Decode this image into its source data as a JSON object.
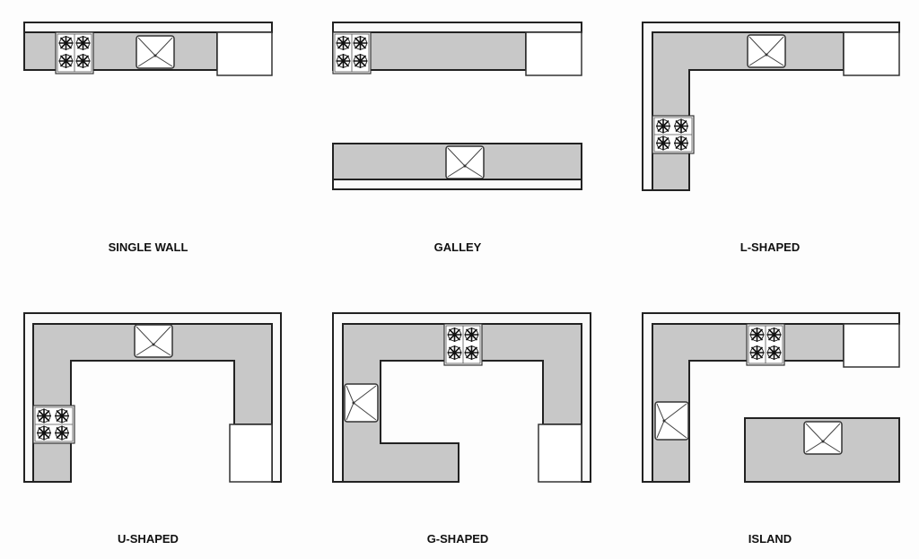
{
  "title": "Kitchen Layouts",
  "layouts": [
    {
      "label": "SINGLE WALL"
    },
    {
      "label": "GALLEY"
    },
    {
      "label": "L-SHAPED"
    },
    {
      "label": "U-SHAPED"
    },
    {
      "label": "G-SHAPED"
    },
    {
      "label": "ISLAND"
    }
  ],
  "colors": {
    "counter": "#c8c8c8",
    "line": "#222222",
    "background": "#fdfdfd"
  }
}
